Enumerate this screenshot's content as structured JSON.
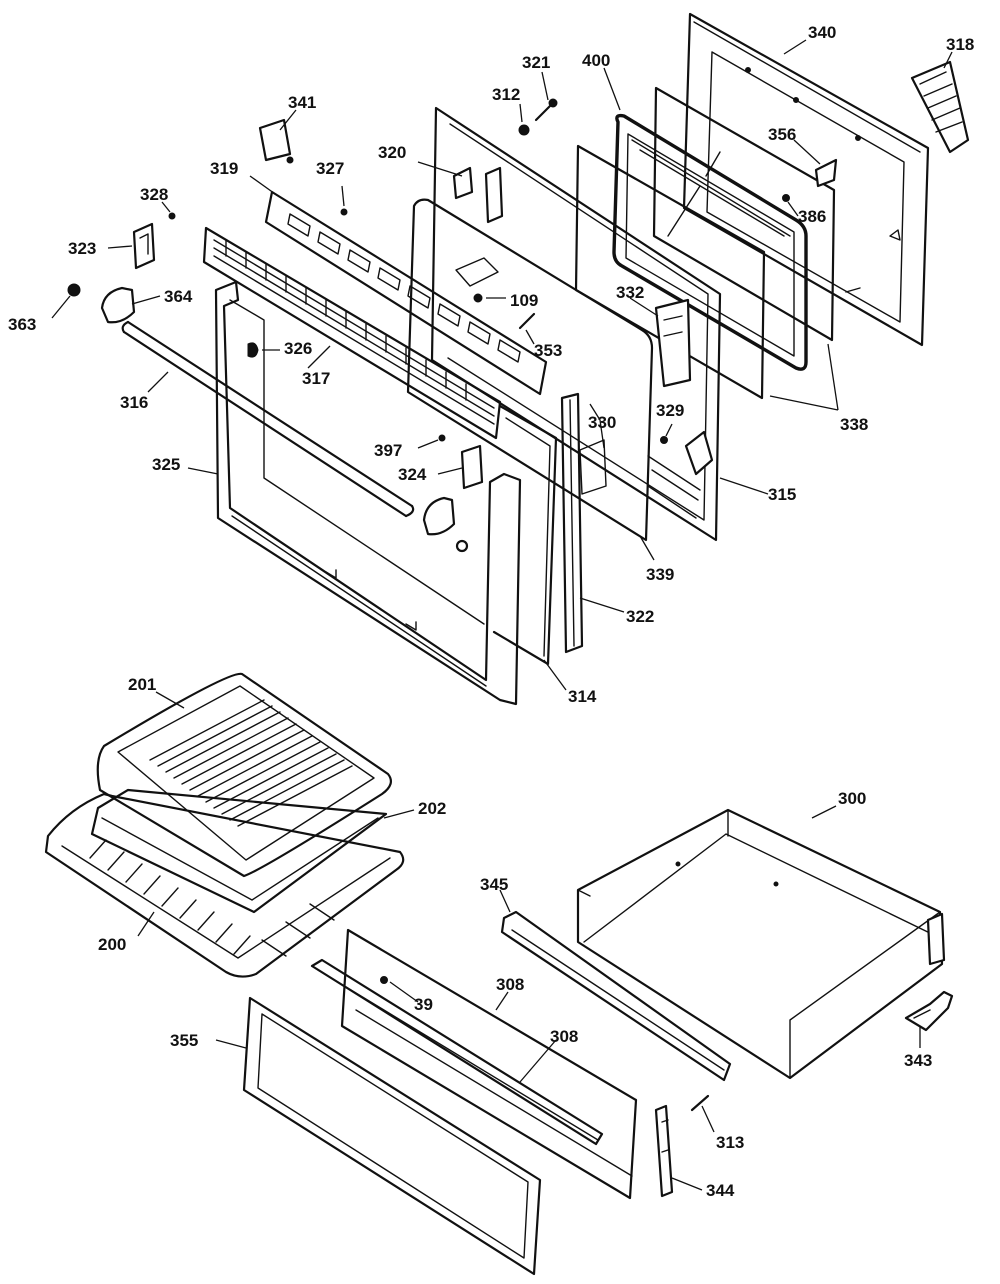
{
  "labels": {
    "p340": "340",
    "p318": "318",
    "p321": "321",
    "p400": "400",
    "p312": "312",
    "p341": "341",
    "p356": "356",
    "p320": "320",
    "p319": "319",
    "p327": "327",
    "p386": "386",
    "p328": "328",
    "p323": "323",
    "p363": "363",
    "p364": "364",
    "p109": "109",
    "p332": "332",
    "p326": "326",
    "p353": "353",
    "p317": "317",
    "p316": "316",
    "p338": "338",
    "p330": "330",
    "p329": "329",
    "p397": "397",
    "p324": "324",
    "p325": "325",
    "p315": "315",
    "p339": "339",
    "p322": "322",
    "p314": "314",
    "p201": "201",
    "p202": "202",
    "p300": "300",
    "p200": "200",
    "p345": "345",
    "p308a": "308",
    "p39": "39",
    "p308b": "308",
    "p355": "355",
    "p343": "343",
    "p313": "313",
    "p344": "344"
  }
}
